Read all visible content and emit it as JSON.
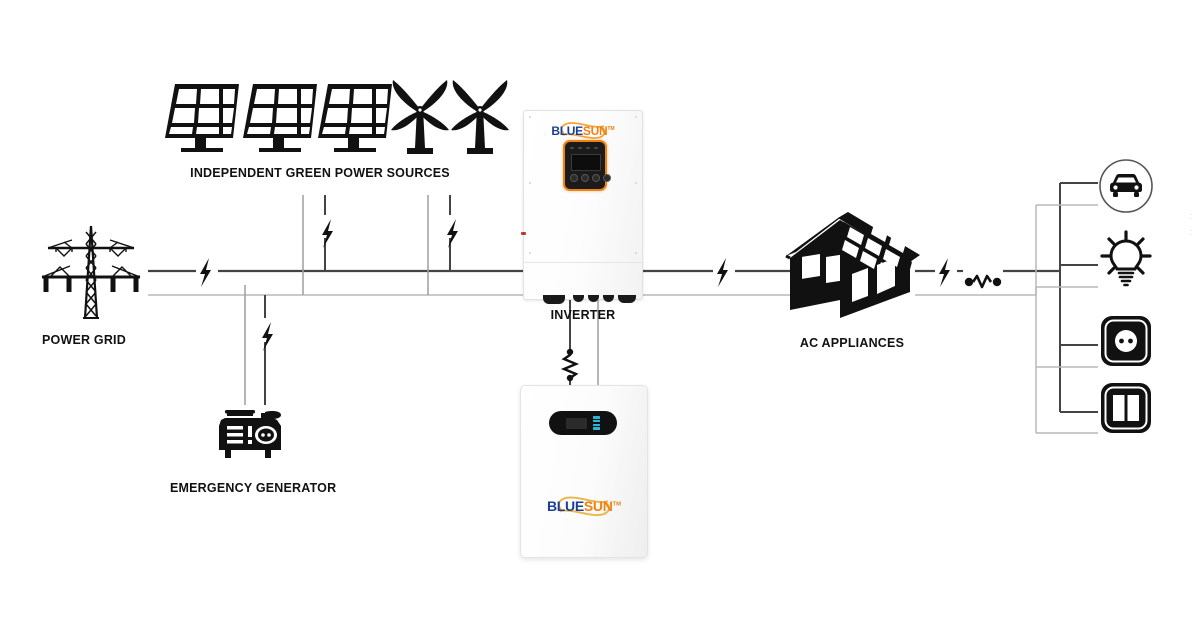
{
  "diagram": {
    "title": "Hybrid Solar Energy System Diagram",
    "background": "#ffffff",
    "line_dark": "#444444",
    "line_light": "#b8b8b8",
    "icon_black": "#111111",
    "brand_blue": "#1b3f94",
    "brand_orange": "#f08010",
    "battery_led": "#29b6d8"
  },
  "labels": {
    "power_grid": "POWER GRID",
    "green_sources": "INDEPENDENT GREEN POWER SOURCES",
    "inverter": "INVERTER",
    "emergency_generator": "EMERGENCY GENERATOR",
    "ac_appliances": "AC APPLIANCES"
  },
  "brand": {
    "name_first": "BLUE",
    "name_second": "SUN",
    "trademark": "TM"
  },
  "sources": {
    "solar_panels": [
      {
        "name": "solar-panel-1"
      },
      {
        "name": "solar-panel-2"
      },
      {
        "name": "solar-panel-3"
      }
    ],
    "wind_turbines": [
      {
        "name": "wind-turbine-1"
      },
      {
        "name": "wind-turbine-2"
      }
    ]
  },
  "appliances": [
    {
      "icon": "electric-car-icon",
      "name": "electric-vehicle"
    },
    {
      "icon": "light-bulb-icon",
      "name": "lighting"
    },
    {
      "icon": "power-socket-icon",
      "name": "power-outlet"
    },
    {
      "icon": "light-switch-icon",
      "name": "light-switch"
    }
  ],
  "symbols": {
    "lightning_bolt": "lightning-bolt-icon",
    "resistor": "resistor-icon",
    "switch": "switch-icon"
  },
  "inverter_unit": {
    "display_leds": 4,
    "buttons": 4,
    "ports": 5
  },
  "battery_unit": {
    "indicator_bars": 4
  }
}
